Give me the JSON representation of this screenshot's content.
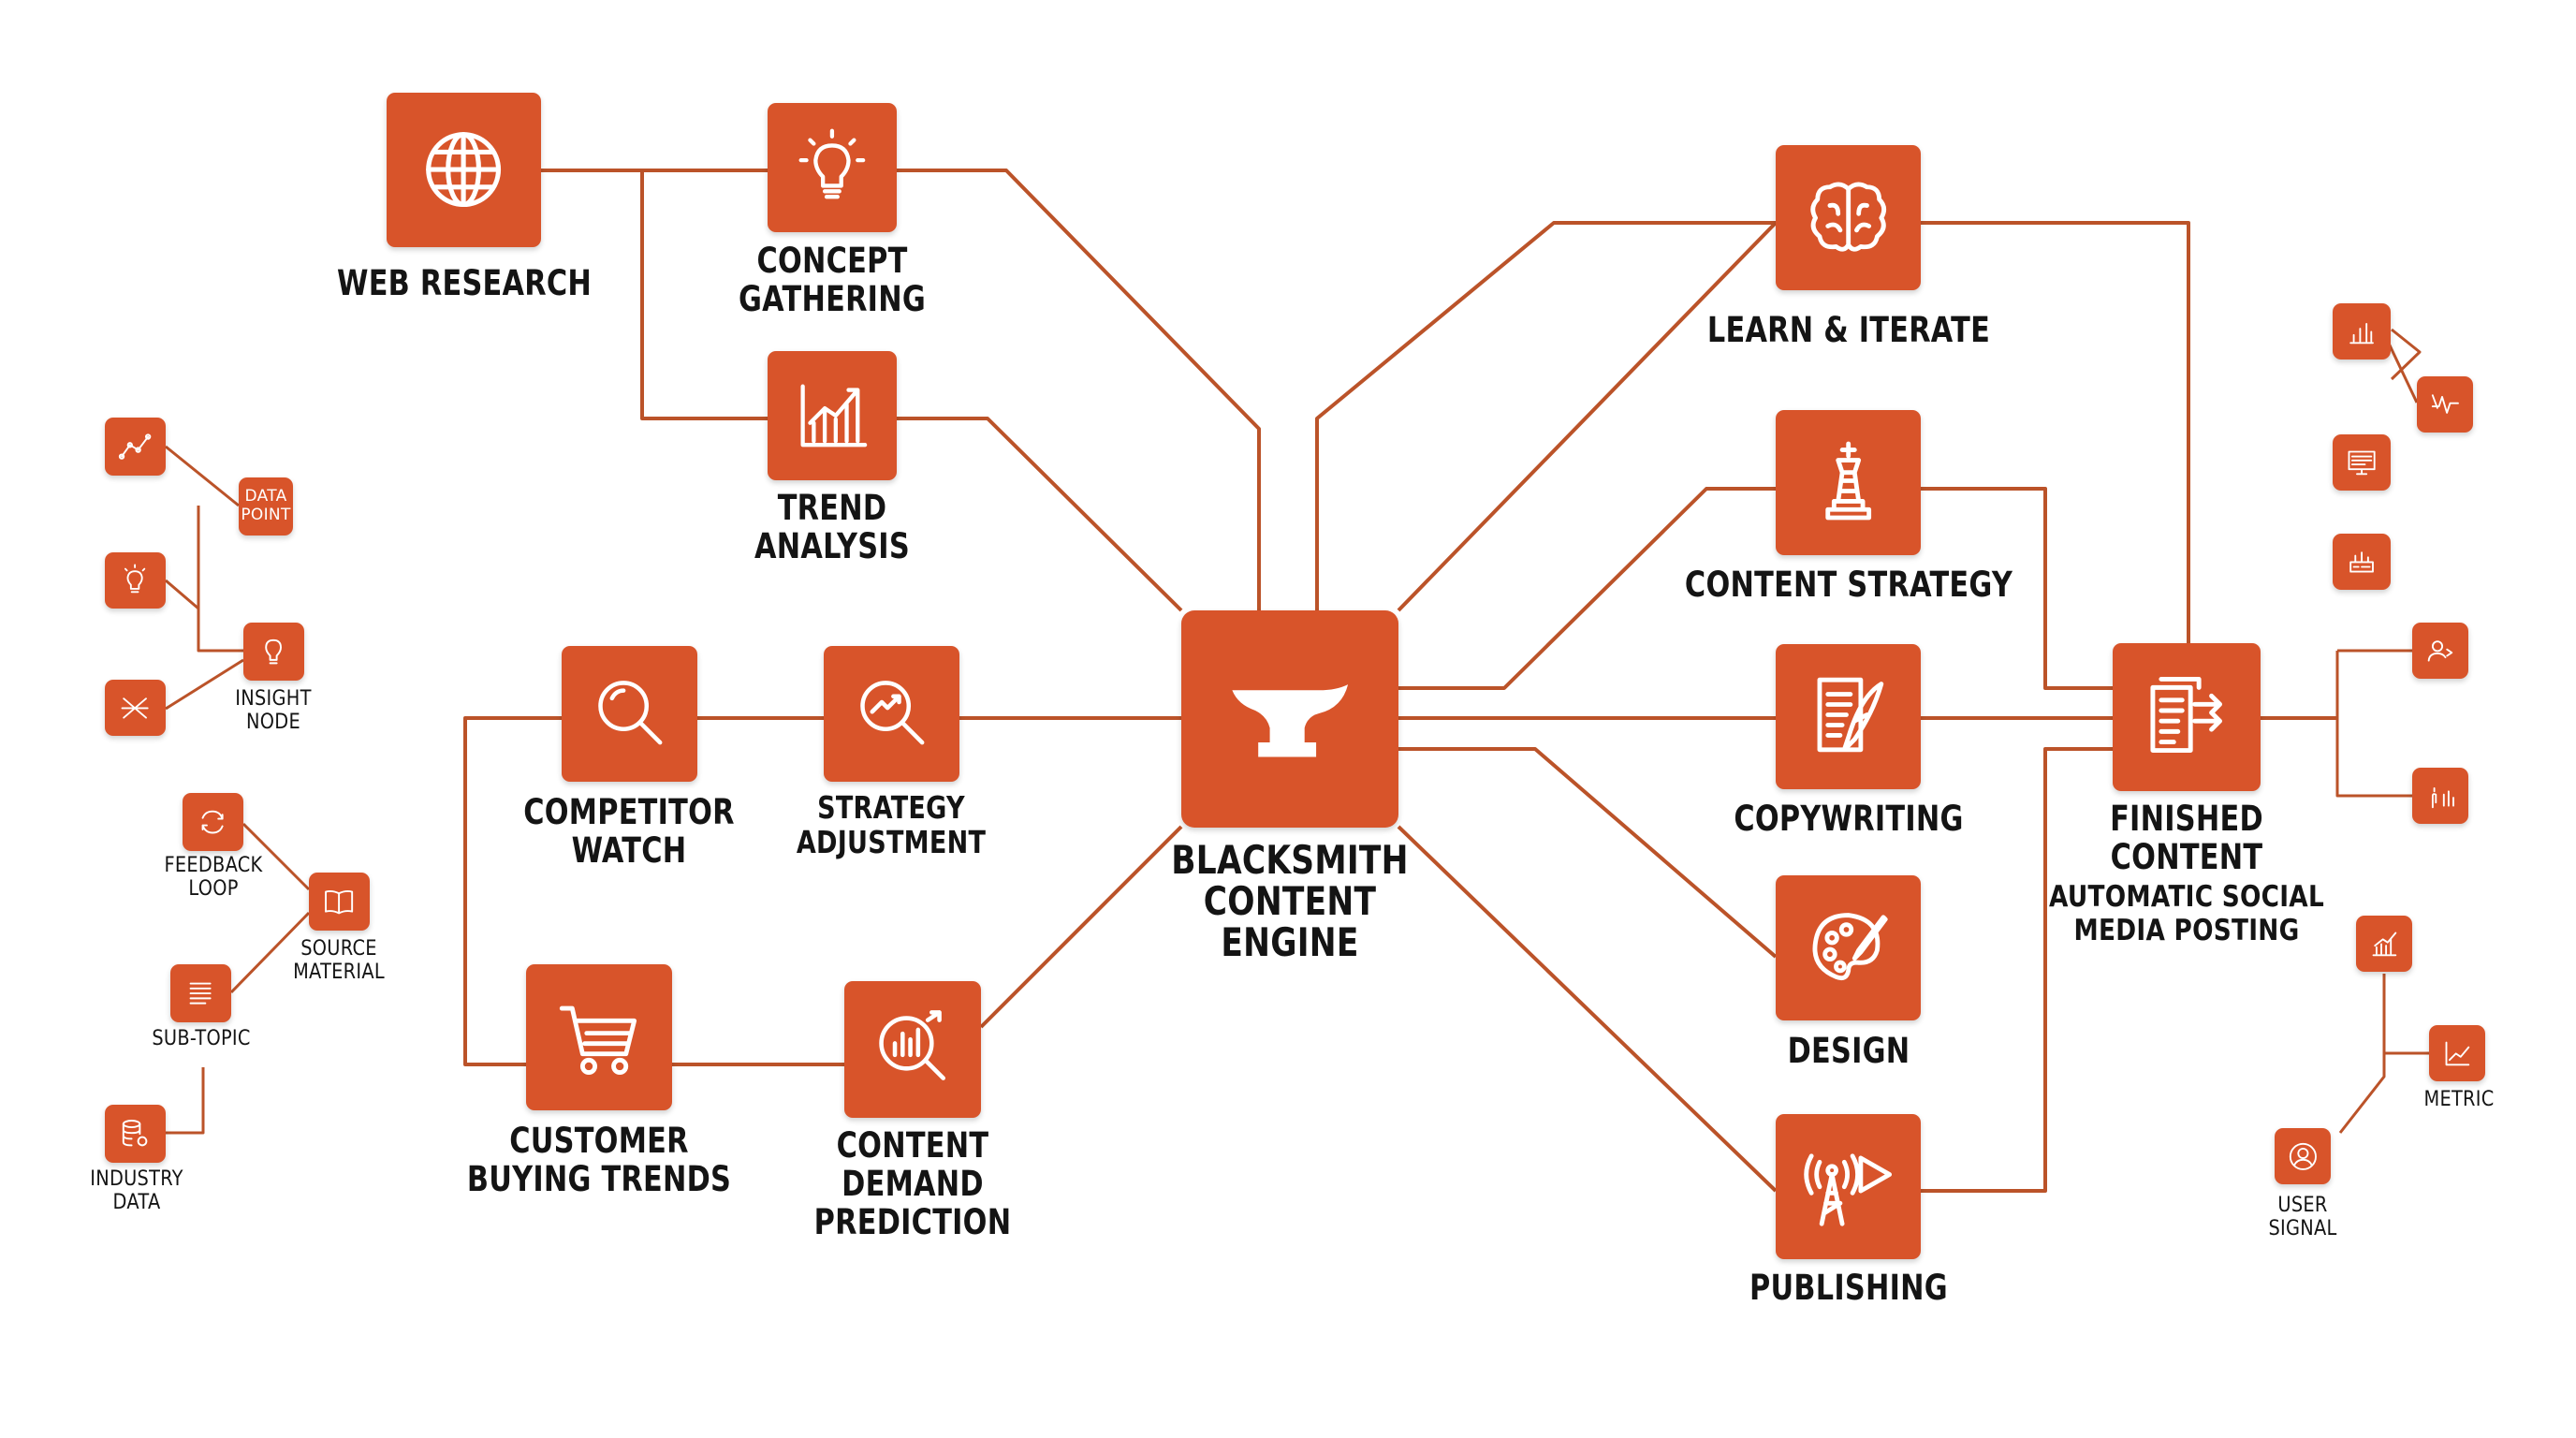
{
  "accent_color": "#d8542a",
  "line_color": "#bb5329",
  "hub": {
    "line1": "BLACKSMITH",
    "line2": "CONTENT",
    "line3": "ENGINE",
    "icon": "anvil-icon"
  },
  "nodes": {
    "web_research": {
      "label": "WEB RESEARCH",
      "icon": "globe-icon"
    },
    "concept_gathering": {
      "line1": "CONCEPT",
      "line2": "GATHERING",
      "icon": "lightbulb-icon"
    },
    "trend_analysis": {
      "line1": "TREND",
      "line2": "ANALYSIS",
      "icon": "bar-chart-up-icon"
    },
    "competitor_watch": {
      "line1": "COMPETITOR",
      "line2": "WATCH",
      "icon": "magnifier-icon"
    },
    "strategy_adjustment": {
      "line1": "STRATEGY",
      "line2": "ADJUSTMENT",
      "icon": "search-trend-icon"
    },
    "customer_buying_trends": {
      "line1": "CUSTOMER",
      "line2": "BUYING TRENDS",
      "icon": "shopping-cart-icon"
    },
    "content_demand_prediction": {
      "line1": "CONTENT",
      "line2": "DEMAND",
      "line3": "PREDICTION",
      "icon": "analytics-magnifier-icon"
    },
    "learn_iterate": {
      "label": "LEARN & ITERATE",
      "icon": "brain-icon"
    },
    "content_strategy": {
      "label": "CONTENT STRATEGY",
      "icon": "chess-king-icon"
    },
    "copywriting": {
      "label": "COPYWRITING",
      "icon": "document-quill-icon"
    },
    "design": {
      "label": "DESIGN",
      "icon": "palette-icon"
    },
    "publishing": {
      "label": "PUBLISHING",
      "icon": "broadcast-tower-icon"
    },
    "finished_content": {
      "line1": "FINISHED",
      "line2": "CONTENT",
      "sub1": "AUTOMATIC SOCIAL",
      "sub2": "MEDIA POSTING",
      "icon": "documents-arrows-icon"
    }
  },
  "left_cluster": {
    "data_point": {
      "line1": "DATA",
      "line2": "POINT"
    },
    "insight_node": {
      "line1": "INSIGHT",
      "line2": "NODE"
    },
    "feedback_loop": {
      "line1": "FEEDBACK",
      "line2": "LOOP"
    },
    "source_material": {
      "line1": "SOURCE",
      "line2": "MATERIAL"
    },
    "sub_topic": {
      "label": "SUB-TOPIC"
    },
    "industry_data": {
      "line1": "INDUSTRY",
      "line2": "DATA"
    }
  },
  "right_cluster": {
    "metric": {
      "label": "METRIC"
    },
    "user_signal": {
      "line1": "USER",
      "line2": "SIGNAL"
    }
  }
}
